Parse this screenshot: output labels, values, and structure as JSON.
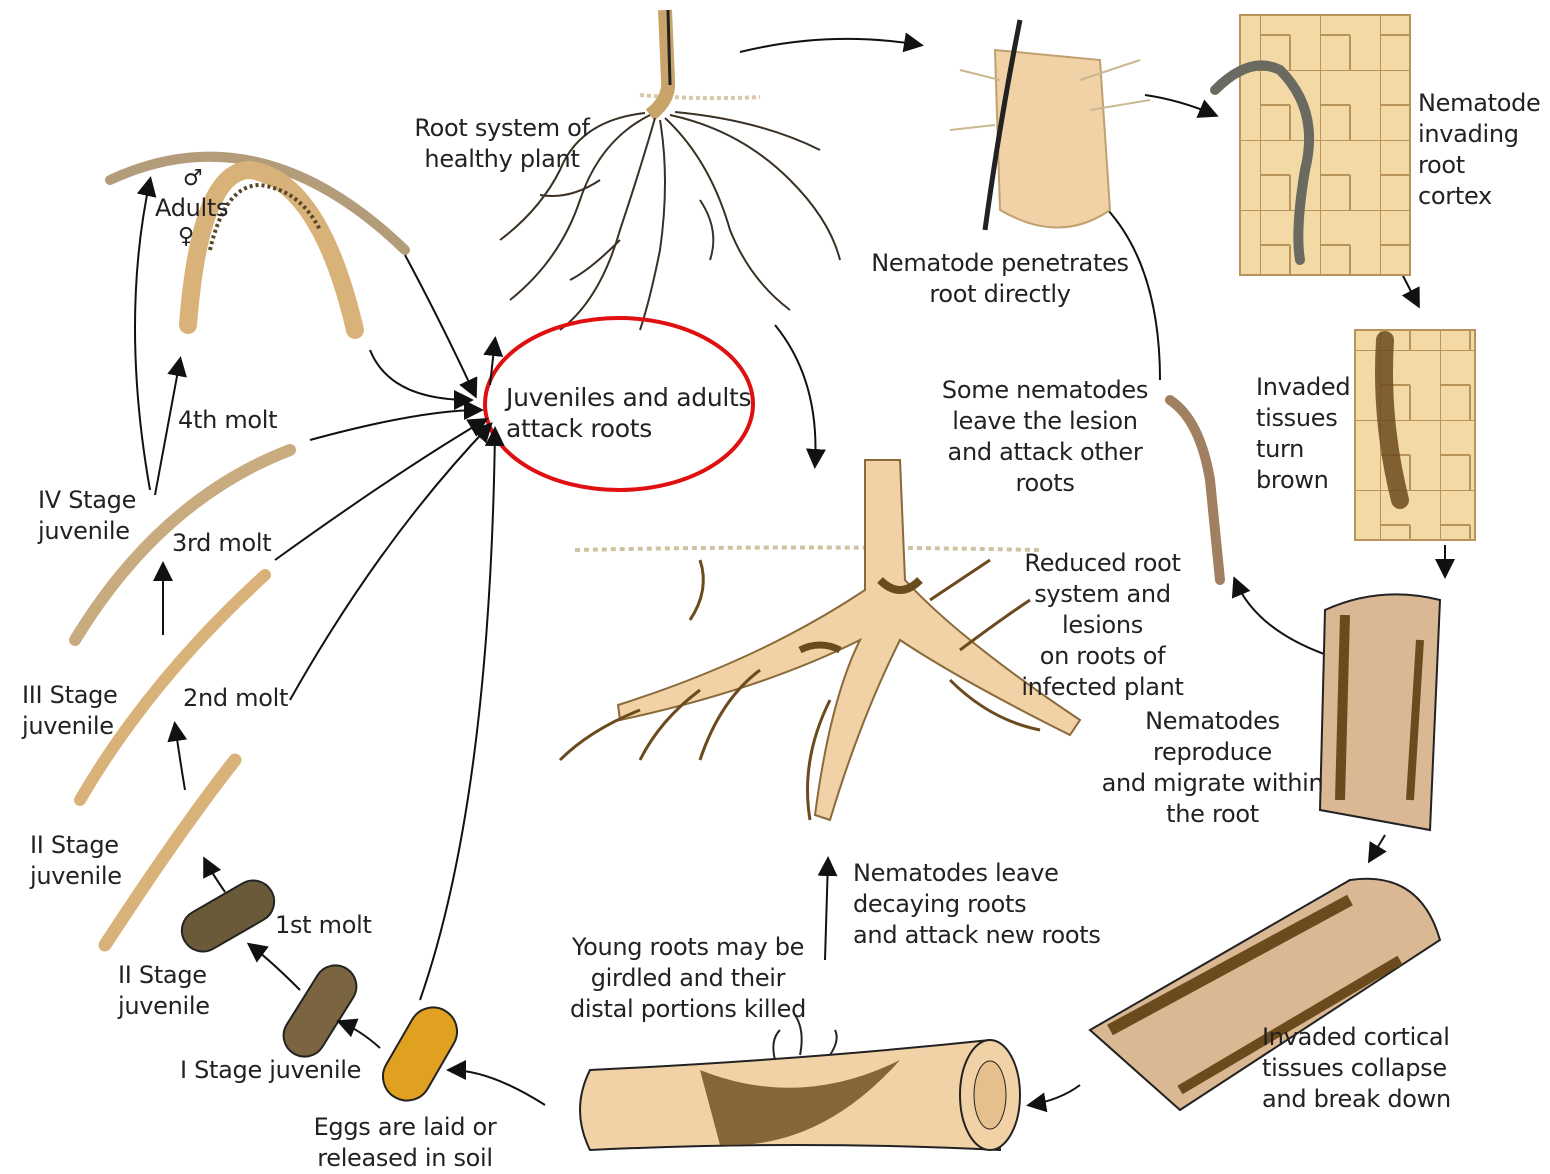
{
  "labels": {
    "root_system_healthy": "Root system of\nhealthy plant",
    "male_symbol": "♂",
    "adults": "Adults",
    "female_symbol": "♀",
    "juveniles_attack": "Juveniles and adults\nattack roots",
    "fourth_molt": "4th molt",
    "iv_stage": "IV Stage\njuvenile",
    "third_molt": "3rd molt",
    "iii_stage": "III Stage\njuvenile",
    "second_molt": "2nd molt",
    "ii_stage_upper": "II Stage\njuvenile",
    "first_molt": "1st molt",
    "ii_stage_lower": "II Stage\njuvenile",
    "i_stage": "I Stage juvenile",
    "eggs": "Eggs are laid or\nreleased in soil",
    "young_roots": "Young roots may be\ngirdled and their\ndistal portions killed",
    "nematodes_leave": "Nematodes leave\ndecaying roots\nand attack new roots",
    "penetrates": "Nematode penetrates\nroot directly",
    "invading_cortex": "Nematode\ninvading\nroot\ncortex",
    "some_nematodes": "Some nematodes\nleave the lesion\nand attack other\nroots",
    "invaded_brown": "Invaded\ntissues\nturn\nbrown",
    "reduced_root": "Reduced root\nsystem and lesions\non roots of\ninfected plant",
    "reproduce": "Nematodes reproduce\nand migrate within\nthe root",
    "collapse": "Invaded cortical\ntissues collapse\nand break down"
  },
  "colors": {
    "highlight_ellipse": "#e01010",
    "nematode_body": "#d9b27a",
    "root_tan": "#f0d2a6",
    "lesion_brown": "#6b4a1e",
    "egg_yellow": "#e0a020",
    "cell_wall": "#b8935a"
  }
}
